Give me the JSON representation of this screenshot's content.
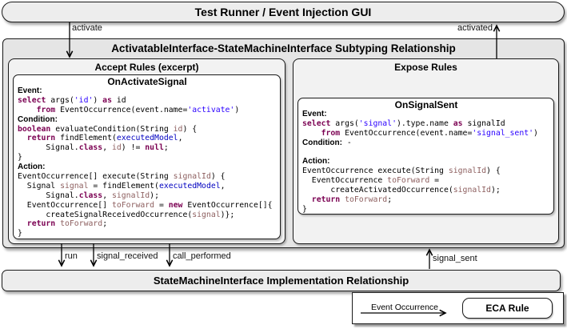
{
  "colors": {
    "keyword": "#7b0052",
    "string": "#2a00ff",
    "field": "#0000c0",
    "variable": "#8e6060",
    "border": "#1a1a1a",
    "outer_fill": "#e5e5e5",
    "panel_fill": "#f2f2f2",
    "bar_fill": "#ededed",
    "code_fill": "#ffffff"
  },
  "top_bar": {
    "title": "Test Runner / Event Injection GUI"
  },
  "arrow_labels": {
    "activate": "activate",
    "activated": "activated",
    "run": "run",
    "signal_received": "signal_received",
    "call_performed": "call_performed",
    "signal_sent": "signal_sent"
  },
  "subtyping_box": {
    "title": "ActivatableInterface-StateMachineInterface Subtyping Relationship",
    "accept_rules": {
      "title": "Accept Rules (excerpt)",
      "rule": {
        "name": "OnActivateSignal",
        "lines": [
          [
            [
              "label",
              "Event:"
            ]
          ],
          [
            [
              "kw",
              "select"
            ],
            [
              "pl",
              " args("
            ],
            [
              "str",
              "'id'"
            ],
            [
              "pl",
              ") "
            ],
            [
              "kw",
              "as"
            ],
            [
              "pl",
              " id"
            ]
          ],
          [
            [
              "pl",
              "    "
            ],
            [
              "kw",
              "from"
            ],
            [
              "pl",
              " EventOccurrence(event.name="
            ],
            [
              "str",
              "'activate'"
            ],
            [
              "pl",
              ")"
            ]
          ],
          [
            [
              "label",
              "Condition:"
            ]
          ],
          [
            [
              "kw",
              "boolean"
            ],
            [
              "pl",
              " evaluateCondition(String "
            ],
            [
              "var",
              "id"
            ],
            [
              "pl",
              ") {"
            ]
          ],
          [
            [
              "pl",
              "  "
            ],
            [
              "kw",
              "return"
            ],
            [
              "pl",
              " findElement("
            ],
            [
              "fld",
              "executedModel"
            ],
            [
              "pl",
              ","
            ]
          ],
          [
            [
              "pl",
              "      Signal."
            ],
            [
              "kw",
              "class"
            ],
            [
              "pl",
              ", "
            ],
            [
              "var",
              "id"
            ],
            [
              "pl",
              ") != "
            ],
            [
              "kw",
              "null"
            ],
            [
              "pl",
              ";"
            ]
          ],
          [
            [
              "pl",
              "}"
            ]
          ],
          [
            [
              "label",
              "Action:"
            ]
          ],
          [
            [
              "pl",
              "EventOccurrence[] execute(String "
            ],
            [
              "var",
              "signalId"
            ],
            [
              "pl",
              ") {"
            ]
          ],
          [
            [
              "pl",
              "  Signal "
            ],
            [
              "var",
              "signal"
            ],
            [
              "pl",
              " = findElement("
            ],
            [
              "fld",
              "executedModel"
            ],
            [
              "pl",
              ","
            ]
          ],
          [
            [
              "pl",
              "      Signal."
            ],
            [
              "kw",
              "class"
            ],
            [
              "pl",
              ", "
            ],
            [
              "var",
              "signalId"
            ],
            [
              "pl",
              ");"
            ]
          ],
          [
            [
              "pl",
              "  EventOccurrence[] "
            ],
            [
              "var",
              "toForward"
            ],
            [
              "pl",
              " = "
            ],
            [
              "kw",
              "new"
            ],
            [
              "pl",
              " EventOccurrence[]{"
            ]
          ],
          [
            [
              "pl",
              "      createSignalReceivedOccurrence("
            ],
            [
              "var",
              "signal"
            ],
            [
              "pl",
              ")};"
            ]
          ],
          [
            [
              "pl",
              "  "
            ],
            [
              "kw",
              "return"
            ],
            [
              "pl",
              " "
            ],
            [
              "var",
              "toForward"
            ],
            [
              "pl",
              ";"
            ]
          ],
          [
            [
              "pl",
              "}"
            ]
          ]
        ]
      }
    },
    "expose_rules": {
      "title": "Expose Rules",
      "rule": {
        "name": "OnSignalSent",
        "lines": [
          [
            [
              "label",
              "Event:"
            ]
          ],
          [
            [
              "kw",
              "select"
            ],
            [
              "pl",
              " args("
            ],
            [
              "str",
              "'signal'"
            ],
            [
              "pl",
              ").type.name "
            ],
            [
              "kw",
              "as"
            ],
            [
              "pl",
              " signalId"
            ]
          ],
          [
            [
              "pl",
              "    "
            ],
            [
              "kw",
              "from"
            ],
            [
              "pl",
              " EventOccurrence(event.name="
            ],
            [
              "str",
              "'signal_sent'"
            ],
            [
              "pl",
              ")"
            ]
          ],
          [
            [
              "label",
              "Condition:"
            ],
            [
              "pl",
              " -"
            ]
          ],
          [],
          [
            [
              "label",
              "Action:"
            ]
          ],
          [
            [
              "pl",
              "EventOccurrence execute(String "
            ],
            [
              "var",
              "signalId"
            ],
            [
              "pl",
              ") {"
            ]
          ],
          [
            [
              "pl",
              "  EventOccurrence "
            ],
            [
              "var",
              "toForward"
            ],
            [
              "pl",
              " ="
            ]
          ],
          [
            [
              "pl",
              "      createActivatedOccurrence("
            ],
            [
              "var",
              "signalId"
            ],
            [
              "pl",
              ");"
            ]
          ],
          [
            [
              "pl",
              "  "
            ],
            [
              "kw",
              "return"
            ],
            [
              "pl",
              " "
            ],
            [
              "var",
              "toForward"
            ],
            [
              "pl",
              ";"
            ]
          ],
          [
            [
              "pl",
              "}"
            ]
          ]
        ]
      }
    }
  },
  "bottom_bar": {
    "title": "StateMachineInterface Implementation Relationship"
  },
  "legend": {
    "arrow_label": "Event Occurrence",
    "box_label": "ECA Rule"
  }
}
